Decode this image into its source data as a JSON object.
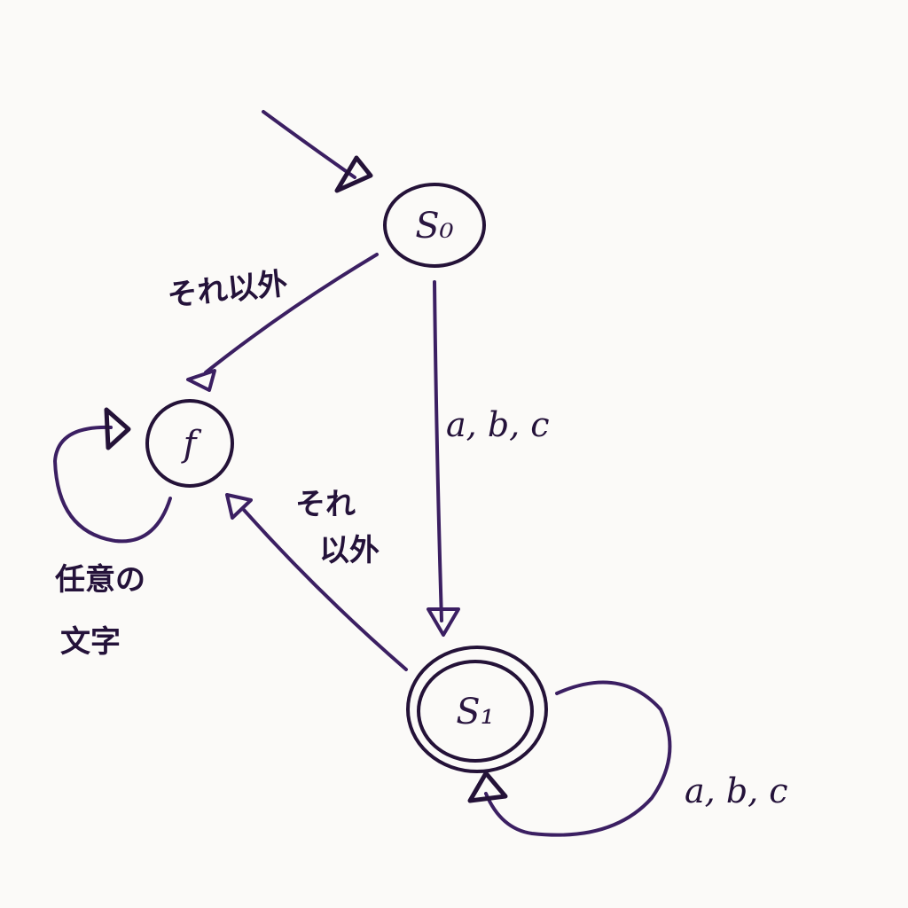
{
  "states": {
    "s0": {
      "label": "S₀"
    },
    "f": {
      "label": "f"
    },
    "s1": {
      "label": "S₁"
    }
  },
  "edges": {
    "s0_to_f": {
      "label": "それ以外"
    },
    "s0_to_s1": {
      "label": "a, b, c"
    },
    "s1_to_f": {
      "label_line1": "それ",
      "label_line2": "以外"
    },
    "f_loop": {
      "label_line1": "任意の",
      "label_line2": "文字"
    },
    "s1_loop": {
      "label": "a, b, c"
    }
  },
  "colors": {
    "ink": "#3b1f62",
    "ink_dark": "#241238",
    "paper": "#fbfaf8"
  }
}
